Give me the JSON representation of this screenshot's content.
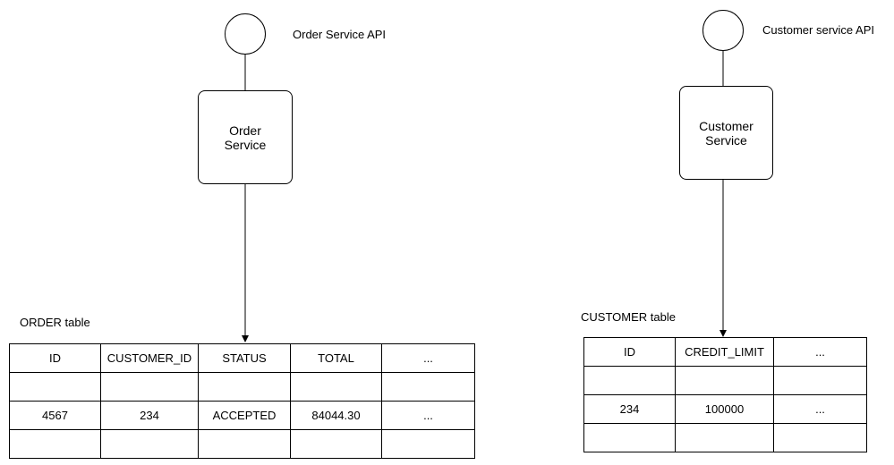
{
  "order": {
    "api_label": "Order Service API",
    "service_lines": [
      "Order",
      "Service"
    ],
    "table_label": "ORDER table",
    "table": {
      "columns": [
        "ID",
        "CUSTOMER_ID",
        "STATUS",
        "TOTAL",
        "..."
      ],
      "rows": [
        [
          "",
          "",
          "",
          "",
          ""
        ],
        [
          "4567",
          "234",
          "ACCEPTED",
          "84044.30",
          "..."
        ],
        [
          "",
          "",
          "",
          "",
          ""
        ]
      ]
    }
  },
  "customer": {
    "api_label": "Customer service API",
    "service_lines": [
      "Customer",
      "Service"
    ],
    "table_label": "CUSTOMER table",
    "table": {
      "columns": [
        "ID",
        "CREDIT_LIMIT",
        "..."
      ],
      "rows": [
        [
          "",
          "",
          ""
        ],
        [
          "234",
          "100000",
          "..."
        ],
        [
          "",
          "",
          ""
        ]
      ]
    }
  }
}
